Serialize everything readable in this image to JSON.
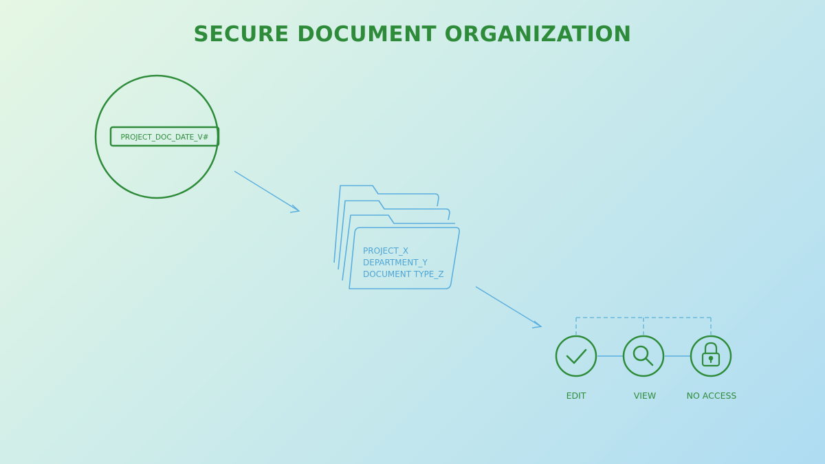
{
  "title": "SECURE DOCUMENT ORGANIZATION",
  "naming_convention": {
    "label": "PROJECT_DOC_DATE_V#"
  },
  "folder": {
    "lines": [
      "PROJECT_X",
      "DEPARTMENT_Y",
      "DOCUMENT TYPE_Z"
    ]
  },
  "permissions": [
    {
      "label": "EDIT",
      "icon": "checkmark-icon"
    },
    {
      "label": "VIEW",
      "icon": "magnifier-icon"
    },
    {
      "label": "NO ACCESS",
      "icon": "padlock-icon"
    }
  ],
  "colors": {
    "green": "#2e8b3a",
    "blue": "#5aaede",
    "dashed_blue": "#6ab8d8"
  }
}
